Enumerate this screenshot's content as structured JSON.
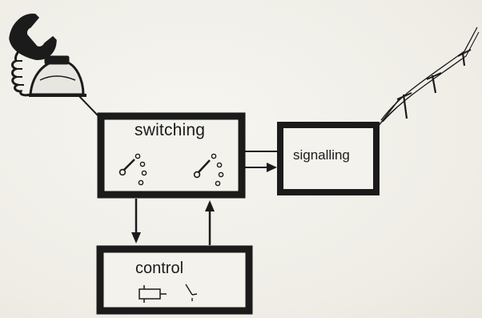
{
  "diagram": {
    "blocks": {
      "switching": "switching",
      "signalling": "signalling",
      "control": "control"
    },
    "icons": [
      "telephone-icon",
      "switch-contact-icon",
      "relay-coil-icon",
      "telephone-line-pole-icon"
    ],
    "ink_color": "#1b1b1b",
    "paper_color": "#f2f0ea"
  }
}
